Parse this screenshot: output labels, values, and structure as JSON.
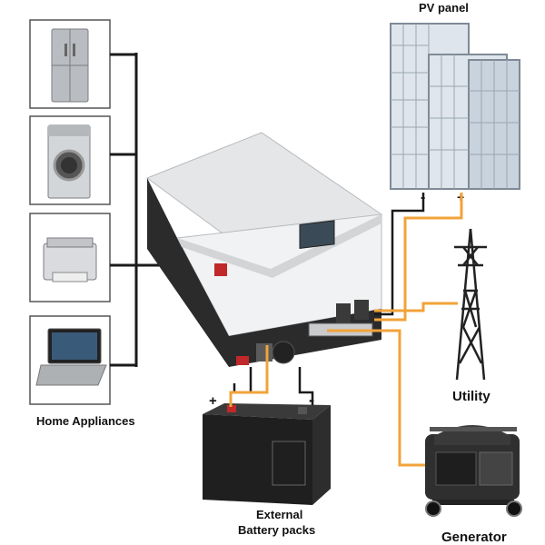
{
  "labels": {
    "pv_panel": "PV panel",
    "utility": "Utility",
    "generator": "Generator",
    "home_appliances": "Home Appliances",
    "battery_line1": "External",
    "battery_line2": "Battery packs",
    "pv_minus": "-",
    "pv_plus": "+",
    "bat_plus": "+",
    "bat_minus": "-"
  },
  "appliances": [
    "refrigerator",
    "washing-machine",
    "printer",
    "laptop"
  ],
  "colors": {
    "wire_black": "#1a1a1a",
    "wire_orange": "#f2a33a",
    "inverter_silver": "#e4e6e8",
    "inverter_dark": "#2b2b2b",
    "panel_blue": "#c9d3de"
  }
}
